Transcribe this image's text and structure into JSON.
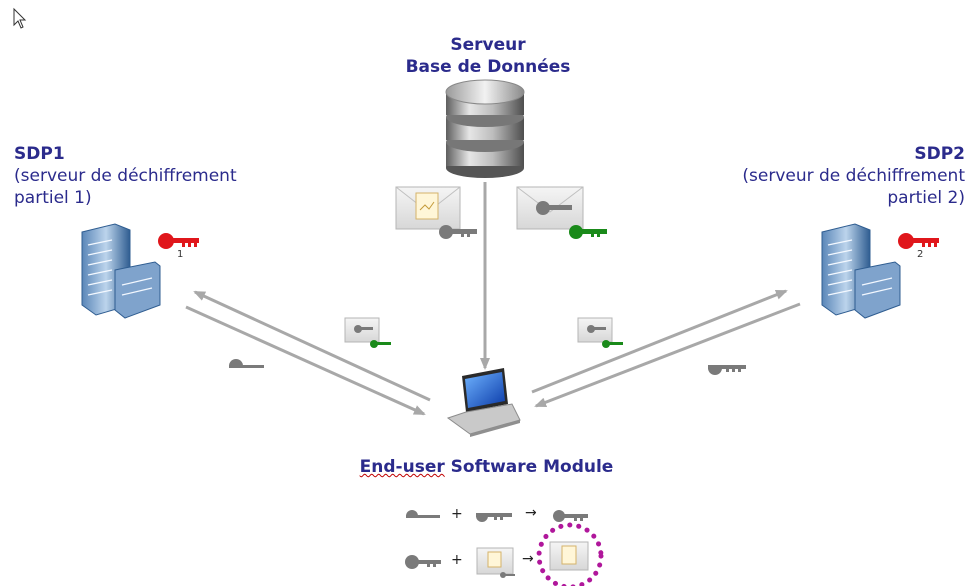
{
  "database": {
    "line1": "Serveur",
    "line2": "Base de Données"
  },
  "sdp1": {
    "title": "SDP1",
    "desc_line1": "(serveur de déchiffrement",
    "desc_line2": "partiel 1)",
    "key_number": "1"
  },
  "sdp2": {
    "title": "SDP2",
    "desc_line1": "(serveur de déchiffrement",
    "desc_line2": "partiel 2)",
    "key_number": "2"
  },
  "module": {
    "title_part1": "End-user",
    "title_part2": " Software Module"
  },
  "formula": {
    "plus": "+",
    "arrow": "→"
  },
  "colors": {
    "label": "#2b2b8c",
    "arrow": "#a8a8a8",
    "key_grey": "#7a7a7a",
    "key_green": "#1a8a1a",
    "key_red": "#e0161b",
    "circle": "#b0179b"
  }
}
